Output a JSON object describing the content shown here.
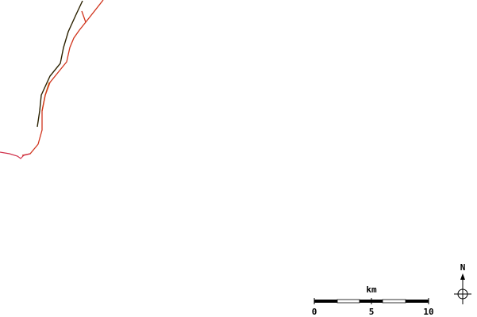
{
  "map": {
    "colors": {
      "background": "#ffffff",
      "road_dark": "#2b2100",
      "road_red": "#d0341c",
      "road_pink": "#d0304a",
      "road_orange": "#d07a10"
    }
  },
  "scale_bar": {
    "unit": "km",
    "ticks": [
      "0",
      "5",
      "10"
    ],
    "max_value_km": 10,
    "segments": 5
  },
  "north_arrow": {
    "label": "N",
    "icon": "compass-crosshair-icon"
  }
}
